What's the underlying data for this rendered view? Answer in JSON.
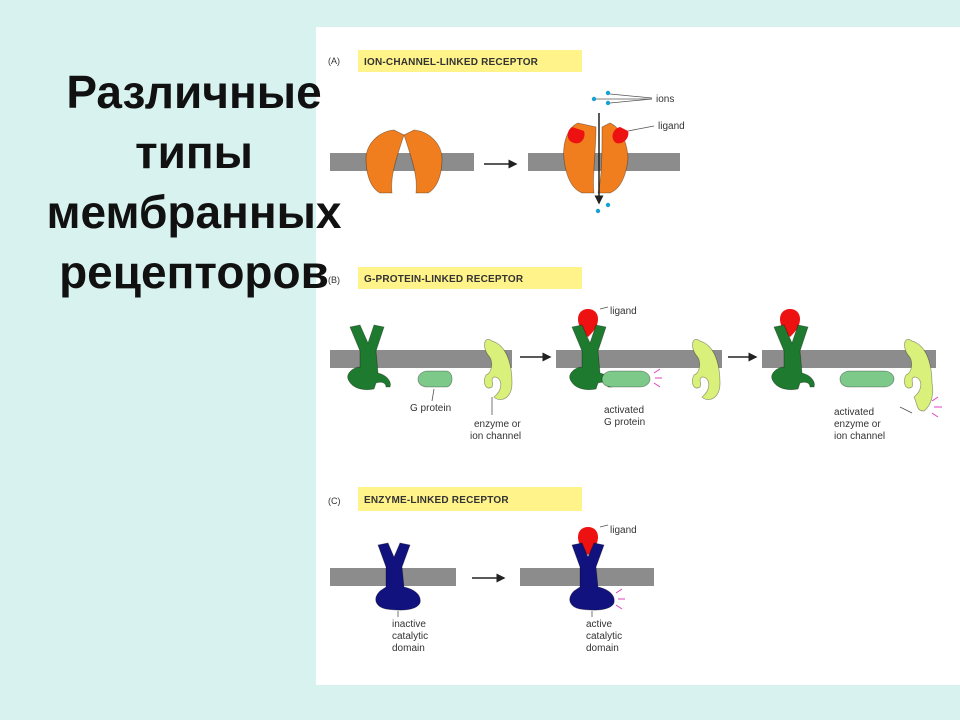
{
  "slide": {
    "title_lines": [
      "Различные",
      "типы",
      "мембранных",
      "рецепторов"
    ]
  },
  "colors": {
    "background": "#d8f3ef",
    "panel": "#ffffff",
    "section_label_bg": "#fff38a",
    "membrane": "#8c8c8c",
    "ion_channel": "#f07e1e",
    "ligand": "#ee1111",
    "ion": "#1aa0d0",
    "g_receptor": "#1e7a2e",
    "g_protein": "#7cc98a",
    "enzyme": "#d9f07a",
    "enzyme_receptor": "#12127e",
    "activation": "#e040c0"
  },
  "sections": {
    "a": {
      "letter": "(A)",
      "title": "ION-CHANNEL-LINKED  RECEPTOR",
      "labels": {
        "ions": "ions",
        "ligand": "ligand"
      }
    },
    "b": {
      "letter": "(B)",
      "title": "G-PROTEIN-LINKED  RECEPTOR",
      "labels": {
        "ligand": "ligand",
        "g_protein": "G protein",
        "enzyme_line1": "enzyme or",
        "enzyme_line2": "ion channel",
        "activated_g_line1": "activated",
        "activated_g_line2": "G protein",
        "activated_enzyme_line1": "activated",
        "activated_enzyme_line2": "enzyme or",
        "activated_enzyme_line3": "ion channel"
      }
    },
    "c": {
      "letter": "(C)",
      "title": "ENZYME-LINKED  RECEPTOR",
      "labels": {
        "ligand": "ligand",
        "inactive_line1": "inactive",
        "inactive_line2": "catalytic",
        "inactive_line3": "domain",
        "active_line1": "active",
        "active_line2": "catalytic",
        "active_line3": "domain"
      }
    }
  }
}
